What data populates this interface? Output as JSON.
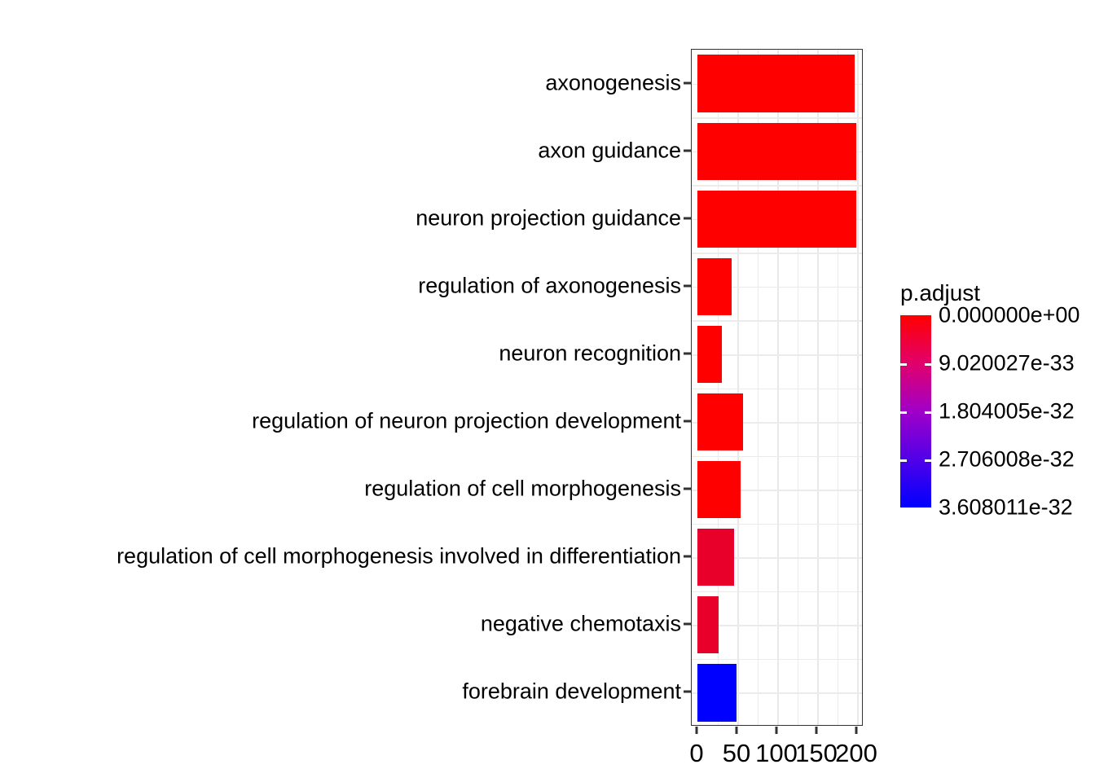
{
  "chart_data": {
    "type": "bar",
    "orientation": "horizontal",
    "title": "",
    "xlabel": "",
    "ylabel": "",
    "categories": [
      "axonogenesis",
      "axon guidance",
      "neuron projection guidance",
      "regulation of axonogenesis",
      "neuron recognition",
      "regulation of neuron projection development",
      "regulation of cell morphogenesis",
      "regulation of cell morphogenesis involved in differentiation",
      "negative chemotaxis",
      "forebrain development"
    ],
    "values": [
      197,
      199,
      199,
      43,
      31,
      57,
      54,
      46,
      27,
      49
    ],
    "bar_colors": [
      "#ff0000",
      "#ff0000",
      "#ff0000",
      "#ff0000",
      "#ff0000",
      "#ff0000",
      "#ff0000",
      "#e8002b",
      "#e8002b",
      "#0000ff"
    ],
    "xlim": [
      0,
      211
    ],
    "xticks": [
      0,
      50,
      100,
      150,
      200
    ],
    "xtick_labels": [
      "0",
      "50",
      "100",
      "150",
      "200"
    ],
    "x_minor_ticks": [
      25,
      75,
      125,
      175
    ],
    "grid": true,
    "grid_color": "#ebebeb",
    "panel_background": "#ffffff",
    "legend": {
      "position": "right",
      "title": "p.adjust",
      "labels": [
        "0.000000e+00",
        "9.020027e-33",
        "1.804005e-32",
        "2.706008e-32",
        "3.608011e-32"
      ],
      "values": [
        0.0,
        9.020027e-33,
        1.804005e-32,
        2.706008e-32,
        3.608011e-32
      ],
      "gradient_high_color": "#ff0000",
      "gradient_low_color": "#0000ff"
    }
  }
}
